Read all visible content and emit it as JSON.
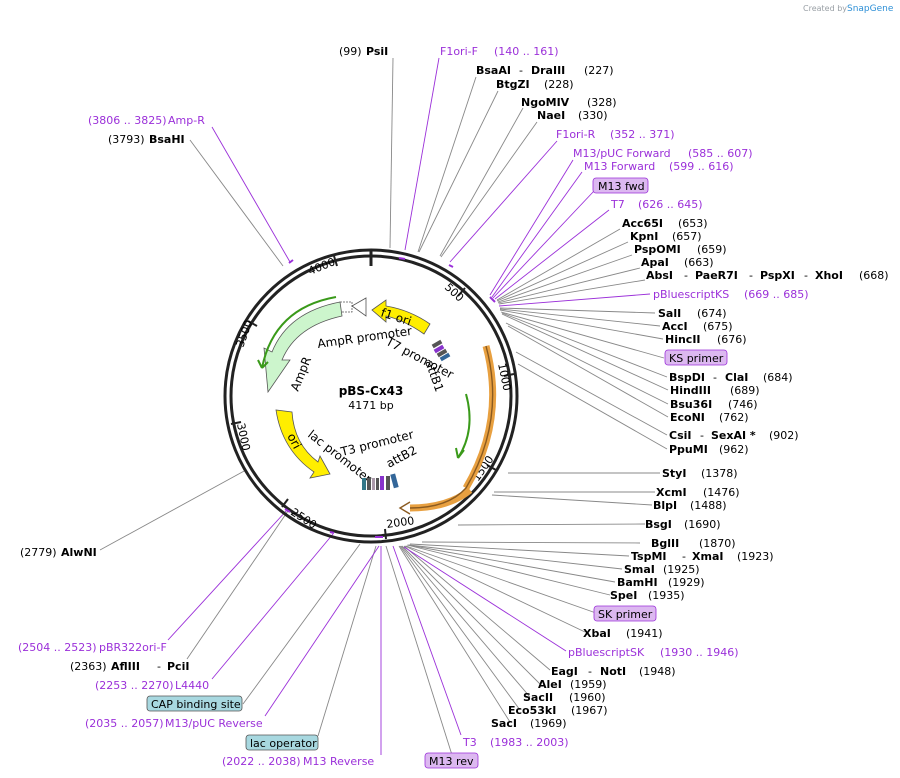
{
  "credit": {
    "created_by": "Created by",
    "brand": "SnapGene"
  },
  "plasmid": {
    "name": "pBS-Cx43",
    "length": "4171 bp"
  },
  "ticks": [
    "500",
    "1000",
    "1500",
    "2000",
    "2500",
    "3000",
    "3500",
    "4000"
  ],
  "features": {
    "f1_ori": "f1 ori",
    "ampr_promoter": "AmpR promoter",
    "ampr": "AmpR",
    "t7_promoter": "T7 promoter",
    "attb1": "attB1",
    "ori": "ori",
    "lac_promoter": "lac promoter",
    "t3_promoter": "T3 promoter",
    "attb2": "attB2"
  },
  "sites": {
    "psii": {
      "pos": "(99)",
      "name": "PsiI"
    },
    "f1orif": {
      "pos": "(140 .. 161)",
      "name": "F1ori-F"
    },
    "bsaai": {
      "name": "BsaAI",
      "name2": "DraIII",
      "pos": "(227)"
    },
    "btgzi": {
      "name": "BtgZI",
      "pos": "(228)"
    },
    "ngomiv": {
      "name": "NgoMIV",
      "pos": "(328)"
    },
    "naei": {
      "name": "NaeI",
      "pos": "(330)"
    },
    "f1orir": {
      "name": "F1ori-R",
      "pos": "(352 .. 371)"
    },
    "m13puc_fwd": {
      "name": "M13/pUC Forward",
      "pos": "(585 .. 607)"
    },
    "m13_fwd": {
      "name": "M13 Forward",
      "pos": "(599 .. 616)"
    },
    "m13fwd_box": {
      "name": "M13 fwd"
    },
    "t7": {
      "name": "T7",
      "pos": "(626 .. 645)"
    },
    "acc65i": {
      "name": "Acc65I",
      "pos": "(653)"
    },
    "kpni": {
      "name": "KpnI",
      "pos": "(657)"
    },
    "pspomi": {
      "name": "PspOMI",
      "pos": "(659)"
    },
    "apai": {
      "name": "ApaI",
      "pos": "(663)"
    },
    "absi": {
      "name": "AbsI",
      "name2": "PaeR7I",
      "name3": "PspXI",
      "name4": "XhoI",
      "pos": "(668)"
    },
    "pbluescriptks": {
      "name": "pBluescriptKS",
      "pos": "(669 .. 685)"
    },
    "sali": {
      "name": "SalI",
      "pos": "(674)"
    },
    "acci": {
      "name": "AccI",
      "pos": "(675)"
    },
    "hincii": {
      "name": "HincII",
      "pos": "(676)"
    },
    "ksprimer": {
      "name": "KS primer"
    },
    "bspdi": {
      "name": "BspDI",
      "name2": "ClaI",
      "pos": "(684)"
    },
    "hindiii": {
      "name": "HindIII",
      "pos": "(689)"
    },
    "bsu36i": {
      "name": "Bsu36I",
      "pos": "(746)"
    },
    "econi": {
      "name": "EcoNI",
      "pos": "(762)"
    },
    "csii": {
      "name": "CsiI",
      "name2": "SexAI *",
      "pos": "(902)"
    },
    "ppumi": {
      "name": "PpuMI",
      "pos": "(962)"
    },
    "styi": {
      "name": "StyI",
      "pos": "(1378)"
    },
    "xcmi": {
      "name": "XcmI",
      "pos": "(1476)"
    },
    "blpi": {
      "name": "BlpI",
      "pos": "(1488)"
    },
    "bsgi": {
      "name": "BsgI",
      "pos": "(1690)"
    },
    "bglii": {
      "name": "BglII",
      "pos": "(1870)"
    },
    "tspmi": {
      "name": "TspMI",
      "name2": "XmaI",
      "pos": "(1923)"
    },
    "smai": {
      "name": "SmaI",
      "pos": "(1925)"
    },
    "bamhi": {
      "name": "BamHI",
      "pos": "(1929)"
    },
    "spei": {
      "name": "SpeI",
      "pos": "(1935)"
    },
    "skprimer": {
      "name": "SK primer"
    },
    "xbai": {
      "name": "XbaI",
      "pos": "(1941)"
    },
    "pbluescriptsk": {
      "name": "pBluescriptSK",
      "pos": "(1930 .. 1946)"
    },
    "eagi": {
      "name": "EagI",
      "name2": "NotI",
      "pos": "(1948)"
    },
    "alei": {
      "name": "AleI",
      "pos": "(1959)"
    },
    "sacii": {
      "name": "SacII",
      "pos": "(1960)"
    },
    "eco53ki": {
      "name": "Eco53kI",
      "pos": "(1967)"
    },
    "saci": {
      "name": "SacI",
      "pos": "(1969)"
    },
    "t3": {
      "name": "T3",
      "pos": "(1983 .. 2003)"
    },
    "m13rev_box": {
      "name": "M13 rev"
    },
    "m13_reverse": {
      "pos": "(2022 .. 2038)",
      "name": "M13 Reverse"
    },
    "lac_operator": {
      "name": "lac operator"
    },
    "m13puc_rev": {
      "pos": "(2035 .. 2057)",
      "name": "M13/pUC Reverse"
    },
    "cap_site": {
      "name": "CAP binding site"
    },
    "l4440": {
      "pos": "(2253 .. 2270)",
      "name": "L4440"
    },
    "afliii": {
      "pos": "(2363)",
      "name": "AflIII",
      "name2": "PciI"
    },
    "pbr322": {
      "pos": "(2504 .. 2523)",
      "name": "pBR322ori-F"
    },
    "alwni": {
      "pos": "(2779)",
      "name": "AlwNI"
    },
    "bsahi": {
      "pos": "(3793)",
      "name": "BsaHI"
    },
    "ampr_primer": {
      "pos": "(3806 .. 3825)",
      "name": "Amp-R"
    }
  },
  "colors": {
    "primer": "#9b30d9",
    "line": "#888888",
    "f1ori": "#ffee00",
    "ampr": "#ccf5cc",
    "green_arrow": "#3a9a1a",
    "orange_arrow": "#e8a040",
    "cap_box": "#a8d8e0",
    "primer_box": "#dcb8f0"
  }
}
